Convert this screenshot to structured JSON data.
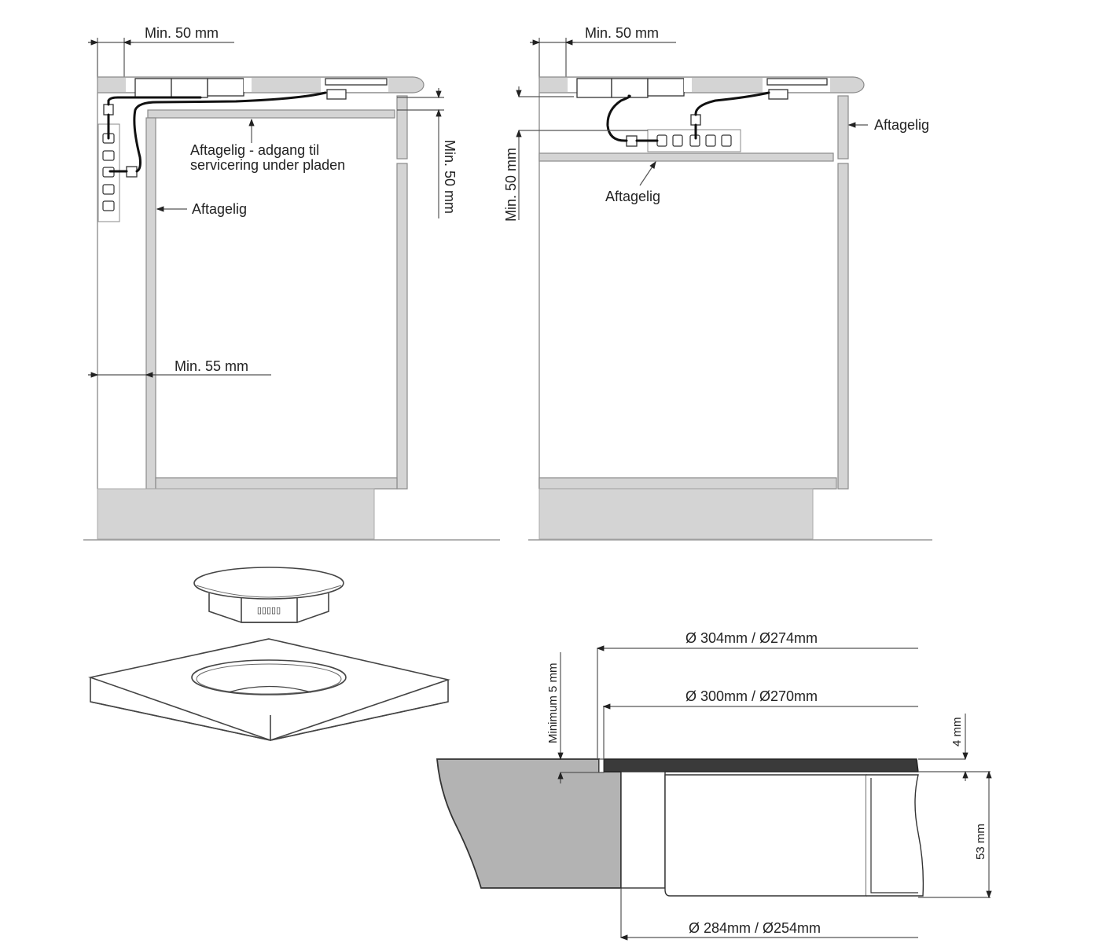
{
  "diagram": {
    "left_section": {
      "dim_top": "Min. 50 mm",
      "dim_right": "Min. 50 mm",
      "dim_side": "Min. 55 mm",
      "label_removable_service_line1": "Aftagelig - adgang til",
      "label_removable_service_line2": "servicering under pladen",
      "label_removable_side": "Aftagelig"
    },
    "right_section": {
      "dim_top": "Min. 50 mm",
      "dim_left": "Min. 50 mm",
      "label_removable_shelf": "Aftagelig",
      "label_removable_side": "Aftagelig"
    },
    "isometric": {
      "unit_connector_glyph": "▯▯▯▯▯"
    },
    "cross_section": {
      "dim_outer": "Ø 304mm / Ø274mm",
      "dim_inner": "Ø 300mm / Ø270mm",
      "dim_bottom": "Ø 284mm / Ø254mm",
      "dim_min_gap": "Minimum 5 mm",
      "dim_glass": "4 mm",
      "dim_height": "53 mm"
    },
    "colors": {
      "panel_fill": "#d4d4d4",
      "countertop_section": "#b3b3b3",
      "glass_top": "#3a3a3a",
      "line": "#444444"
    }
  }
}
